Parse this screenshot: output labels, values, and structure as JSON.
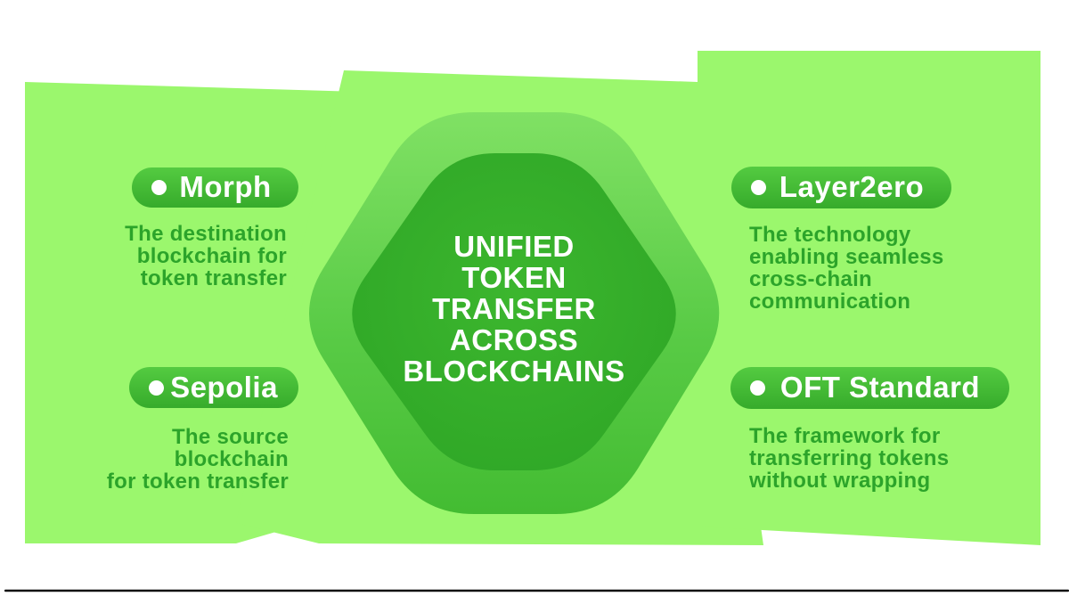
{
  "center": {
    "title_lines": [
      "UNIFIED",
      "TOKEN",
      "TRANSFER",
      "ACROSS",
      "BLOCKCHAINS"
    ]
  },
  "items": [
    {
      "label": "Morph",
      "description_lines": [
        "The destination",
        "blockchain for",
        "token transfer"
      ]
    },
    {
      "label": "Sepolia",
      "description_lines": [
        "The source blockchain",
        "for token transfer"
      ]
    },
    {
      "label": "Layer2ero",
      "description_lines": [
        "The technology",
        "enabling seamless",
        "cross-chain",
        "communication"
      ]
    },
    {
      "label": "OFT Standard",
      "description_lines": [
        "The framework for",
        "transferring tokens",
        "without wrapping"
      ]
    }
  ],
  "colors": {
    "slab": "#9BF76D",
    "outer_hex_top": "#80E164",
    "outer_hex_mid": "#59CB46",
    "outer_hex_bottom": "#43BC32",
    "inner_hex_center": "#3CB62E",
    "inner_hex_edge": "#2EA626",
    "pill_top": "#54CB41",
    "pill_bottom": "#36AB2B",
    "pill_text": "#FFFFFF",
    "title_text": "#FFFFFF",
    "desc_text": "#2CA42A",
    "line": "#0C0C0C"
  }
}
